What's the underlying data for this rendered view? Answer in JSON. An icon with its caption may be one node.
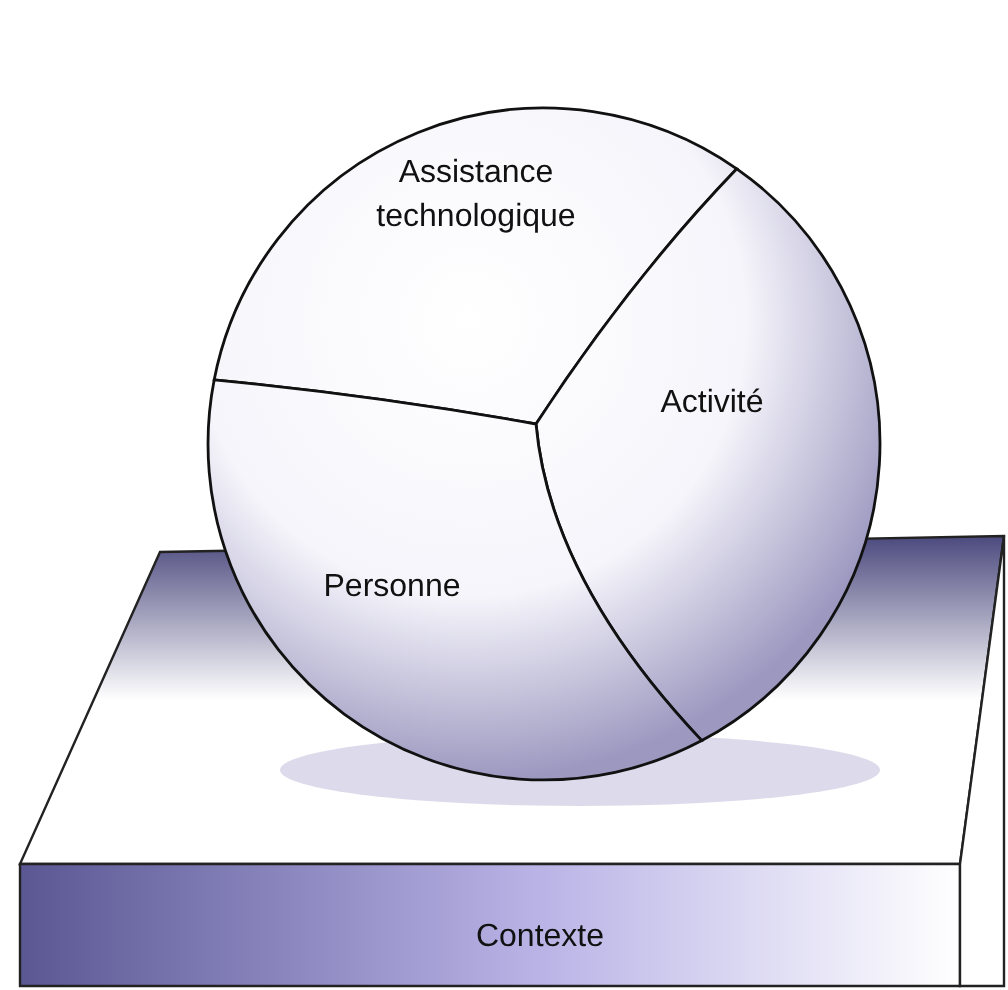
{
  "diagram": {
    "nodes": [
      {
        "text": [
          "Contexte"
        ]
      },
      {
        "text": [
          "Assistance technologique"
        ]
      },
      {
        "text": [
          "Activité"
        ]
      },
      {
        "text": [
          "Personne"
        ]
      }
    ]
  }
}
